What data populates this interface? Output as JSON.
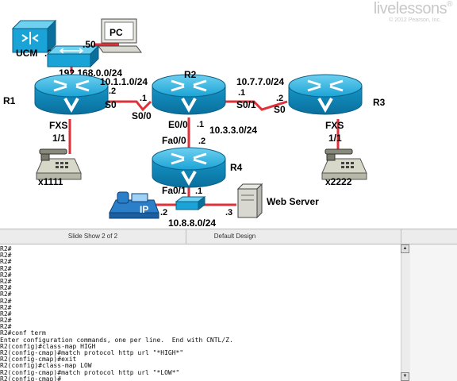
{
  "brand": {
    "name": "livelessons",
    "registered": "®",
    "copyright": "© 2012 Pearson, Inc."
  },
  "devices": {
    "r1": "R1",
    "r2": "R2",
    "r3": "R3",
    "r4": "R4",
    "ucm": "UCM",
    "ucm_host": ".25",
    "pc": "PC",
    "pc_host": ".50",
    "web_server": "Web Server",
    "phone1": "x1111",
    "phone2": "x2222",
    "ip_phone": "IP"
  },
  "links": {
    "lan_net": "192.168.0.0/24",
    "r1_r2_net": "10.1.1.0/24",
    "r1_host": ".2",
    "r2_host_a": ".1",
    "r1_if": "S0",
    "r2_if_a": "S0/0",
    "r2_r3_net": "10.7.7.0/24",
    "r2_host_b": ".1",
    "r3_host": ".2",
    "r2_if_b": "S0/1",
    "r3_if": "S0",
    "r2_r4_net": "10.3.3.0/24",
    "r2_if_c": "E0/0",
    "r2_host_c": ".1",
    "r4_if_a": "Fa0/0",
    "r4_host_a": ".2",
    "r4_if_b": "Fa0/1",
    "r4_host_b": ".1",
    "lan2_net": "10.8.8.0/24",
    "ipphone_host": ".2",
    "web_host": ".3",
    "fxs1": "FXS",
    "fxs1_port": "1/1",
    "fxs2": "FXS",
    "fxs2_port": "1/1"
  },
  "statusbar": {
    "slide": "Slide Show 2 of 2",
    "design": "Default Design"
  },
  "terminal": {
    "lines": [
      "R2#",
      "R2#",
      "R2#",
      "R2#",
      "R2#",
      "R2#",
      "R2#",
      "R2#",
      "R2#",
      "R2#",
      "R2#",
      "R2#",
      "R2#",
      "R2#conf term",
      "Enter configuration commands, one per line.  End with CNTL/Z.",
      "R2(config)#class-map HIGH",
      "R2(config-cmap)#match protocol http url \"*HIGH*\"",
      "R2(config-cmap)#exit",
      "R2(config)#class-map LOW",
      "R2(config-cmap)#match protocol http url \"*LOW*\"",
      "R2(config-cmap)#"
    ]
  },
  "colors": {
    "router": "#1aa3d6",
    "link": "#e0303a",
    "ipphone": "#2b7fc9"
  }
}
